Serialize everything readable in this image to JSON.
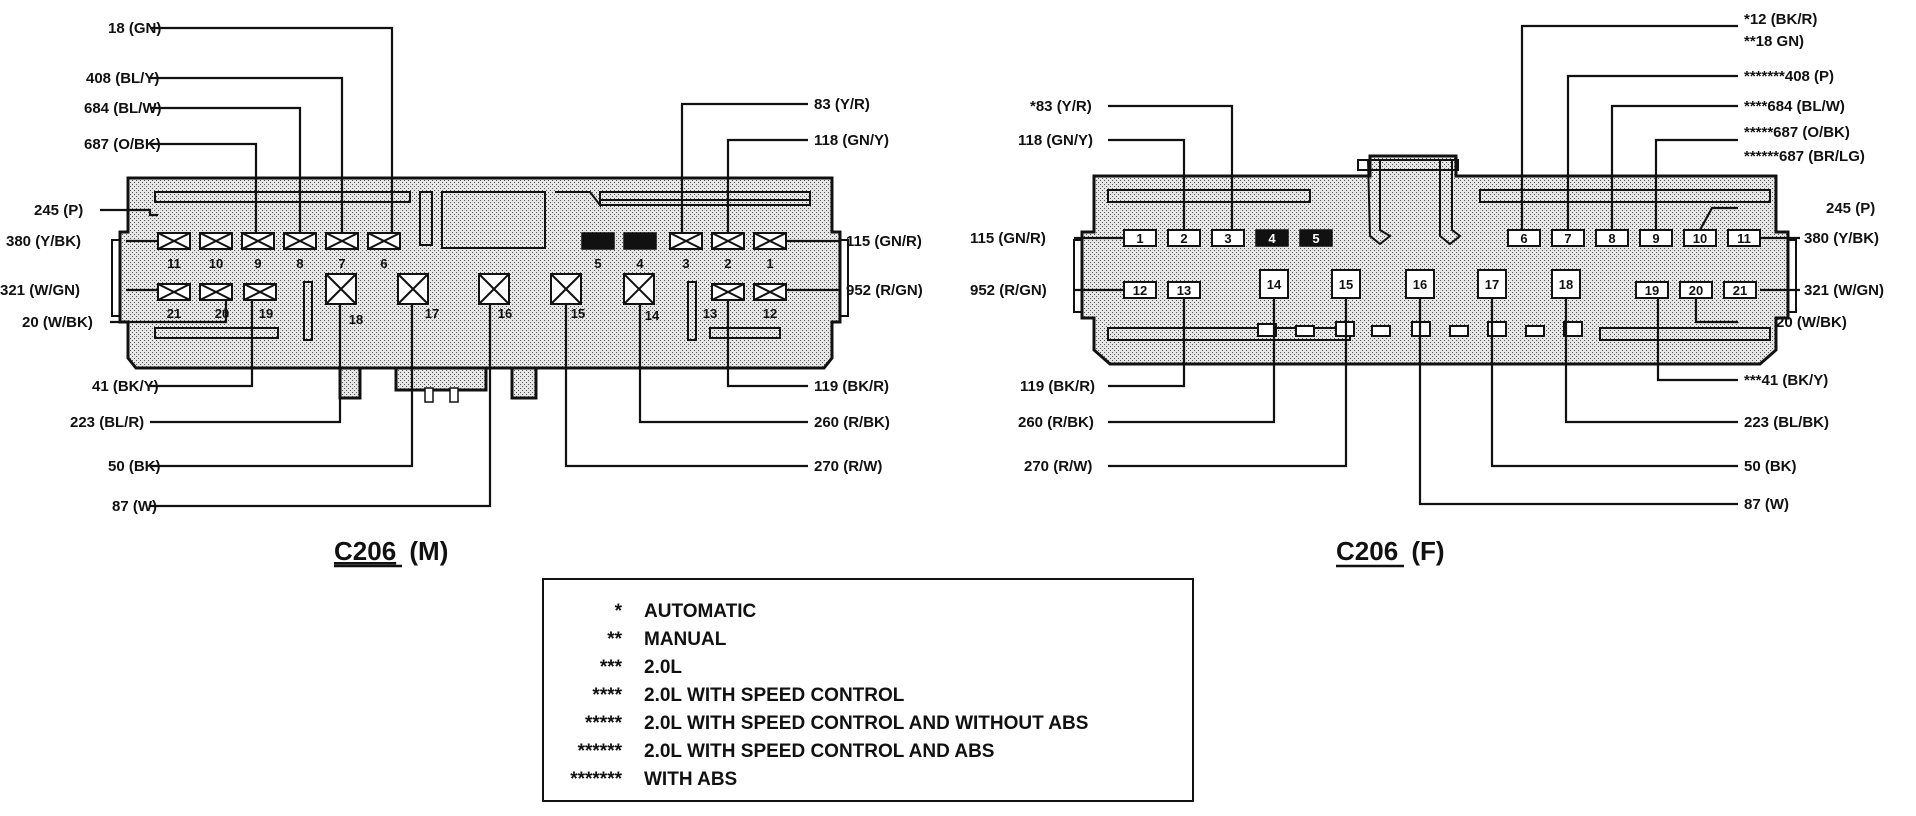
{
  "male": {
    "title_code": "C206",
    "title_suffix": "(M)",
    "top_pins": [
      "11",
      "10",
      "9",
      "8",
      "7",
      "6",
      "5",
      "4",
      "3",
      "2",
      "1"
    ],
    "bottom_pins": [
      "21",
      "20",
      "19",
      "18",
      "17",
      "16",
      "15",
      "14",
      "13",
      "12"
    ],
    "labels": {
      "w18": "18 (GN)",
      "w408": "408 (BL/Y)",
      "w684": "684 (BL/W)",
      "w687": "687 (O/BK)",
      "w245": "245 (P)",
      "w380": "380 (Y/BK)",
      "w321": "321 (W/GN)",
      "w20": "20 (W/BK)",
      "w41": "41 (BK/Y)",
      "w223": "223 (BL/R)",
      "w50": "50 (BK)",
      "w87": "87 (W)",
      "w83": "83 (Y/R)",
      "w118": "118 (GN/Y)",
      "w115": "115 (GN/R)",
      "w952": "952 (R/GN)",
      "w119": "119 (BK/R)",
      "w260": "260 (R/BK)",
      "w270": "270 (R/W)"
    }
  },
  "female": {
    "title_code": "C206",
    "title_suffix": "(F)",
    "top_pins": [
      "1",
      "2",
      "3",
      "4",
      "5",
      "6",
      "7",
      "8",
      "9",
      "10",
      "11"
    ],
    "bottom_pins": [
      "12",
      "13",
      "14",
      "15",
      "16",
      "17",
      "18",
      "19",
      "20",
      "21"
    ],
    "labels": {
      "w83": "*83 (Y/R)",
      "w118": "118 (GN/Y)",
      "w115": "115 (GN/R)",
      "w952": "952 (R/GN)",
      "w119": "119 (BK/R)",
      "w260": "260 (R/BK)",
      "w270": "270 (R/W)",
      "w12a": "*12 (BK/R)",
      "w12b": "**18 GN)",
      "w408": "*******408 (P)",
      "w684": "****684 (BL/W)",
      "w687a": "*****687 (O/BK)",
      "w687b": "******687 (BR/LG)",
      "w245": "245 (P)",
      "w380": "380 (Y/BK)",
      "w321": "321 (W/GN)",
      "w20": "20 (W/BK)",
      "w41": "***41 (BK/Y)",
      "w223": "223 (BL/BK)",
      "w50": "50 (BK)",
      "w87": "87 (W)"
    }
  },
  "legend": [
    {
      "symbol": "*",
      "text": "AUTOMATIC"
    },
    {
      "symbol": "**",
      "text": "MANUAL"
    },
    {
      "symbol": "***",
      "text": "2.0L"
    },
    {
      "symbol": "****",
      "text": "2.0L WITH SPEED CONTROL"
    },
    {
      "symbol": "*****",
      "text": "2.0L WITH SPEED CONTROL AND WITHOUT ABS"
    },
    {
      "symbol": "******",
      "text": "2.0L WITH SPEED CONTROL AND ABS"
    },
    {
      "symbol": "*******",
      "text": "WITH ABS"
    }
  ]
}
